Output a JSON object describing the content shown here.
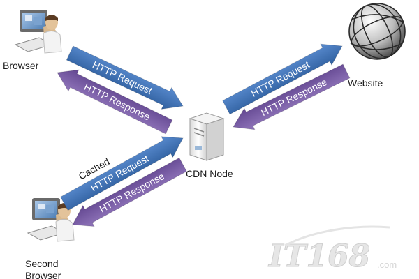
{
  "nodes": {
    "browser": "Browser",
    "website": "Website",
    "cdn_node": "CDN Node",
    "second_browser_line1": "Second",
    "second_browser_line2": "Browser"
  },
  "arrows": {
    "browser_to_cdn_request": "HTTP Request",
    "cdn_to_browser_response": "HTTP Response",
    "cdn_to_website_request": "HTTP Request",
    "website_to_cdn_response": "HTTP Response",
    "second_cached_label": "Cached",
    "second_to_cdn_request": "HTTP Request",
    "cdn_to_second_response": "HTTP Response"
  },
  "watermark": {
    "brand": "IT168",
    "suffix": ".com"
  },
  "colors": {
    "request_arrow": "#3f72b4",
    "response_arrow": "#7b5ba6"
  }
}
